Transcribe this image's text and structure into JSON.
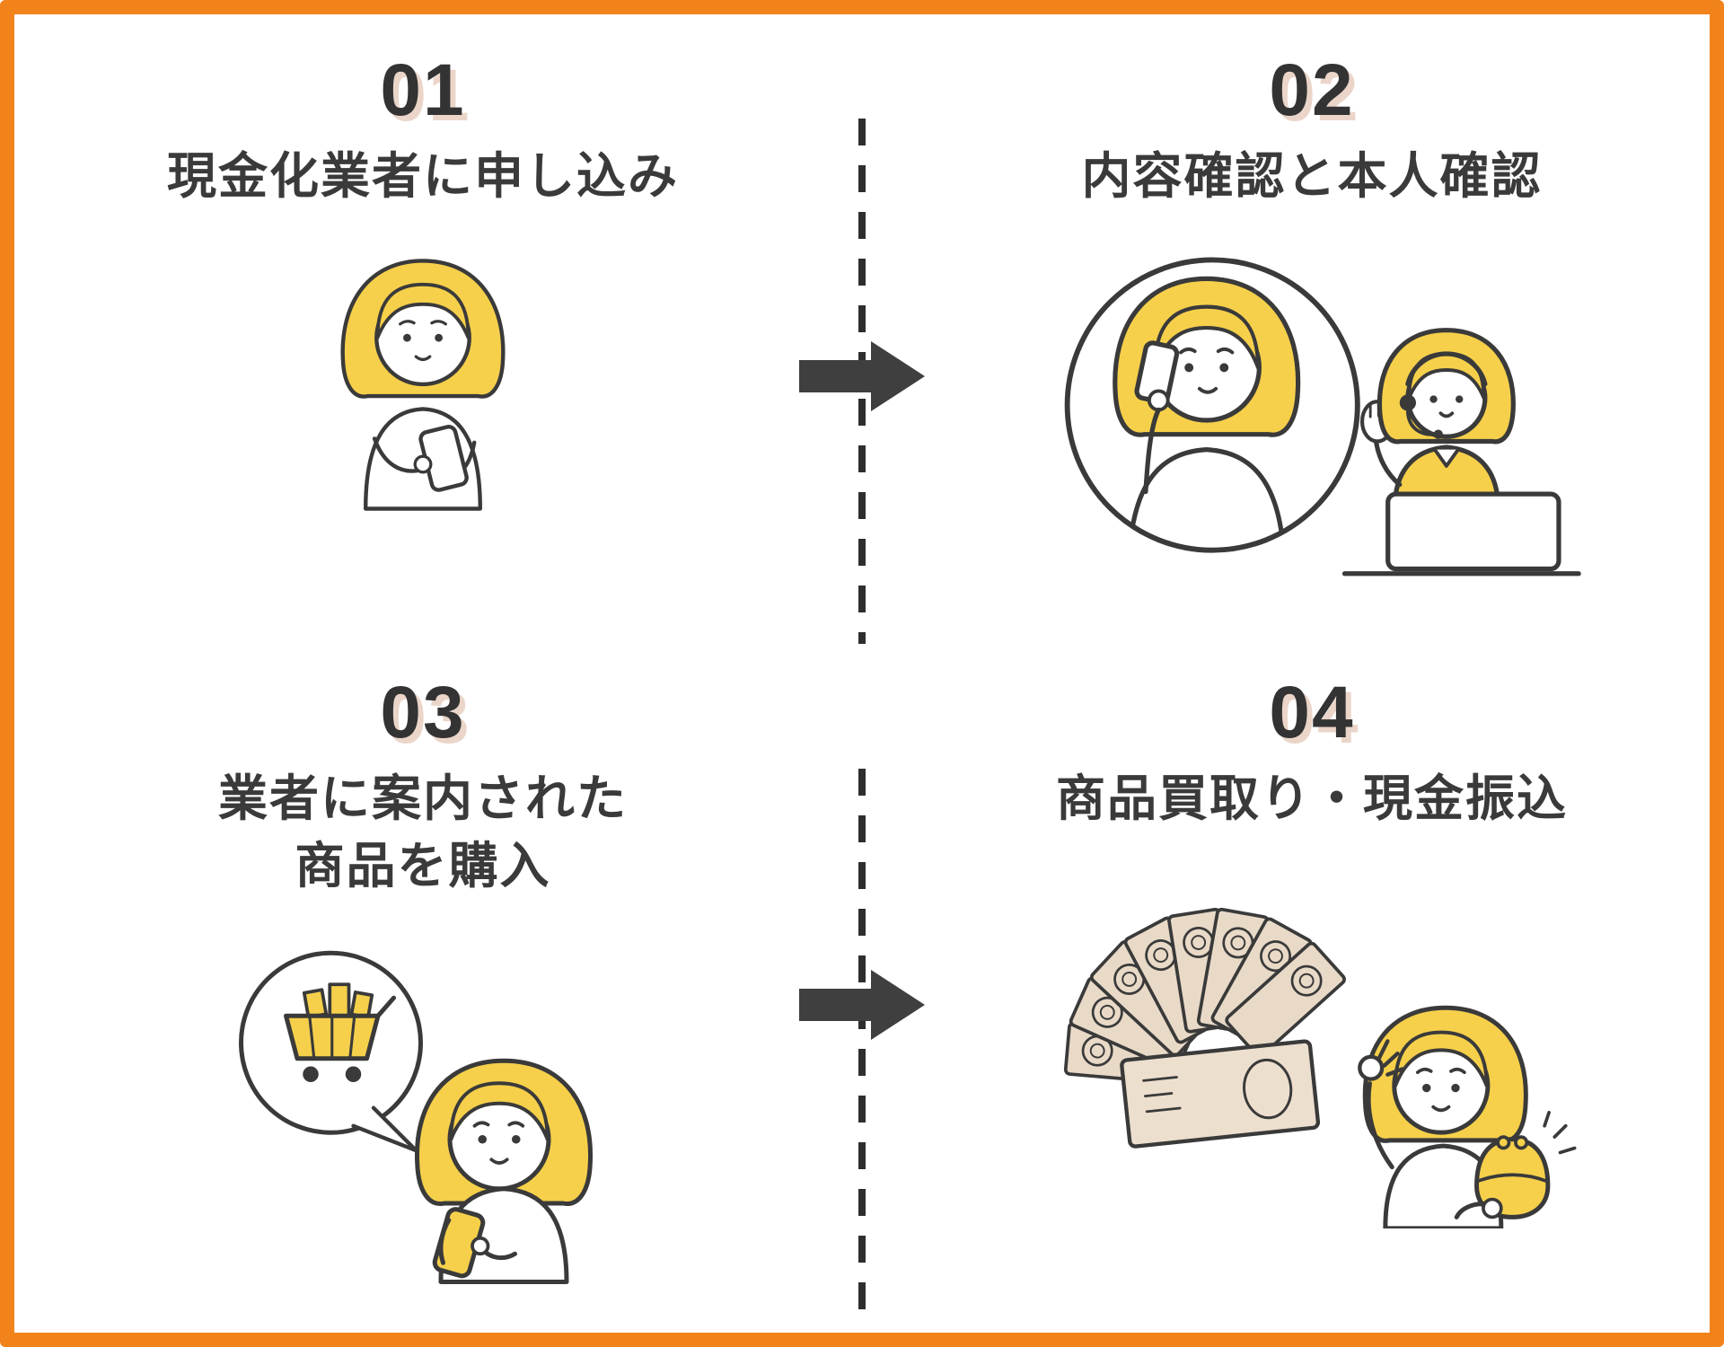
{
  "colors": {
    "frame_orange": "#F2831B",
    "text_dark": "#3A3A3A",
    "number_shadow": "#EBD5C9",
    "hair_yellow": "#F6D04B",
    "arrow_gray": "#3F3F3F",
    "bill_beige": "#E9DAC8",
    "divider_dark": "#2E2E2E"
  },
  "steps": [
    {
      "number": "01",
      "title": "現金化業者に申し込み",
      "illustration": "woman-using-smartphone"
    },
    {
      "number": "02",
      "title": "内容確認と本人確認",
      "illustration": "phone-call-and-call-center-operator"
    },
    {
      "number": "03",
      "title_line1": "業者に案内された",
      "title_line2": "商品を購入",
      "illustration": "shopping-cart-bubble-and-woman-with-phone"
    },
    {
      "number": "04",
      "title": "商品買取り・現金振込",
      "illustration": "banknote-fan-and-woman-with-purse"
    }
  ]
}
